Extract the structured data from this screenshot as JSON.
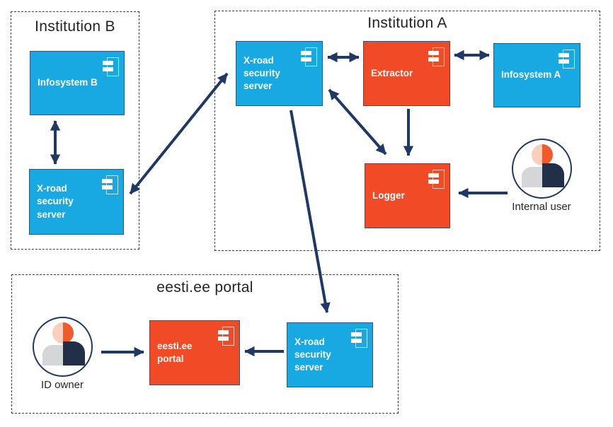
{
  "groups": {
    "institution_b": {
      "title": "Institution B"
    },
    "institution_a": {
      "title": "Institution A"
    },
    "eesti_portal": {
      "title": "eesti.ee portal"
    }
  },
  "nodes": {
    "infosystem_b": {
      "label": "Infosystem B",
      "color": "blue"
    },
    "xroad_b": {
      "label": "X-road\nsecurity\nserver",
      "color": "blue"
    },
    "xroad_a": {
      "label": "X-road\nsecurity\nserver",
      "color": "blue"
    },
    "extractor": {
      "label": "Extractor",
      "color": "orange"
    },
    "infosystem_a": {
      "label": "Infosystem A",
      "color": "blue"
    },
    "logger": {
      "label": "Logger",
      "color": "orange"
    },
    "portal": {
      "label": "eesti.ee portal",
      "color": "orange"
    },
    "xroad_portal": {
      "label": "X-road\nsecurity\nserver",
      "color": "blue"
    }
  },
  "actors": {
    "internal_user": {
      "label": "Internal user"
    },
    "id_owner": {
      "label": "ID owner"
    }
  },
  "colors": {
    "node_blue": "#18A8E2",
    "node_orange": "#F04B26",
    "node_border": "#2F5496",
    "arrow": "#1F3966",
    "person_navy": "#222F49",
    "person_gray": "#D4D6D8",
    "person_peach": "#FACFBC",
    "person_orange": "#F05A2D",
    "label_text": "#FFFFFF",
    "title_text": "#232323"
  }
}
